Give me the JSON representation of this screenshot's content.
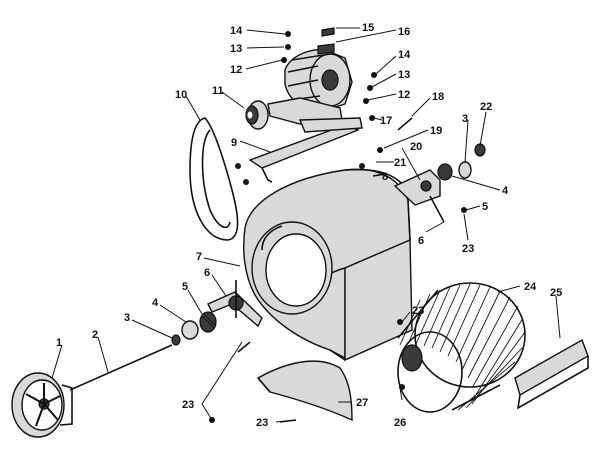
{
  "callouts": [
    {
      "id": "c1",
      "text": "1"
    },
    {
      "id": "c2",
      "text": "2"
    },
    {
      "id": "c3a",
      "text": "3"
    },
    {
      "id": "c4a",
      "text": "4"
    },
    {
      "id": "c5a",
      "text": "5"
    },
    {
      "id": "c6a",
      "text": "6"
    },
    {
      "id": "c7",
      "text": "7"
    },
    {
      "id": "c9",
      "text": "9"
    },
    {
      "id": "c10",
      "text": "10"
    },
    {
      "id": "c11",
      "text": "11"
    },
    {
      "id": "c12a",
      "text": "12"
    },
    {
      "id": "c13a",
      "text": "13"
    },
    {
      "id": "c14a",
      "text": "14"
    },
    {
      "id": "c15",
      "text": "15"
    },
    {
      "id": "c16",
      "text": "16"
    },
    {
      "id": "c14b",
      "text": "14"
    },
    {
      "id": "c13b",
      "text": "13"
    },
    {
      "id": "c12b",
      "text": "12"
    },
    {
      "id": "c17",
      "text": "17"
    },
    {
      "id": "c18",
      "text": "18"
    },
    {
      "id": "c19",
      "text": "19"
    },
    {
      "id": "c20",
      "text": "20"
    },
    {
      "id": "c21",
      "text": "21"
    },
    {
      "id": "c22",
      "text": "22"
    },
    {
      "id": "c3b",
      "text": "3"
    },
    {
      "id": "c4b",
      "text": "4"
    },
    {
      "id": "c5b",
      "text": "5"
    },
    {
      "id": "c6b",
      "text": "6"
    },
    {
      "id": "c23a",
      "text": "23"
    },
    {
      "id": "c23b",
      "text": "23"
    },
    {
      "id": "c24",
      "text": "24"
    },
    {
      "id": "c25",
      "text": "25"
    },
    {
      "id": "c23c",
      "text": "23"
    },
    {
      "id": "c23d",
      "text": "23"
    },
    {
      "id": "c26",
      "text": "26"
    },
    {
      "id": "c27",
      "text": "27"
    },
    {
      "id": "c8",
      "text": "8"
    }
  ]
}
